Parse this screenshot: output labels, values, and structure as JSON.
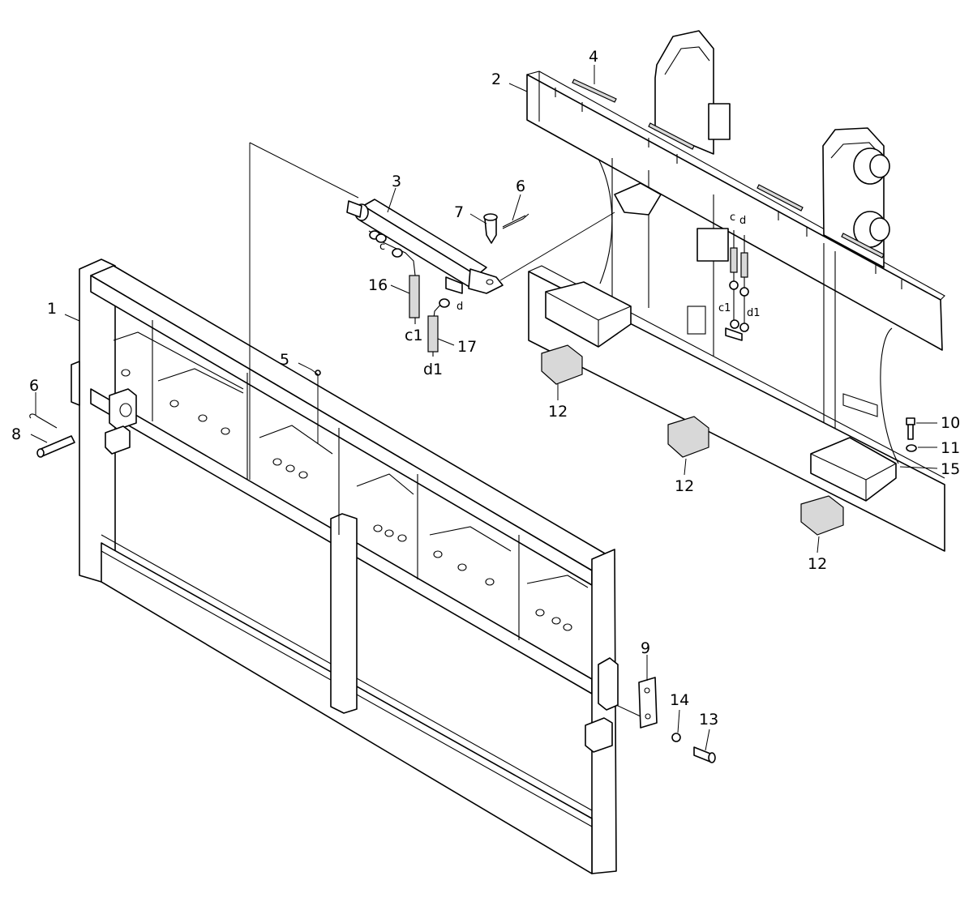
{
  "callouts": {
    "c1": "1",
    "c2": "2",
    "c3": "3",
    "c4": "4",
    "c5": "5",
    "c6a": "6",
    "c6b": "6",
    "c7": "7",
    "c8": "8",
    "c9": "9",
    "c10": "10",
    "c11": "11",
    "c12a": "12",
    "c12b": "12",
    "c12c": "12",
    "c13": "13",
    "c14": "14",
    "c15": "15",
    "c16": "16",
    "c17": "17"
  },
  "port_labels": {
    "c_cyl": "c",
    "d_cyl": "d",
    "c1_hose": "c1",
    "d1_hose": "d1",
    "c_valve": "c",
    "d_valve": "d",
    "c1_valve": "c1",
    "d1_valve": "d1"
  }
}
